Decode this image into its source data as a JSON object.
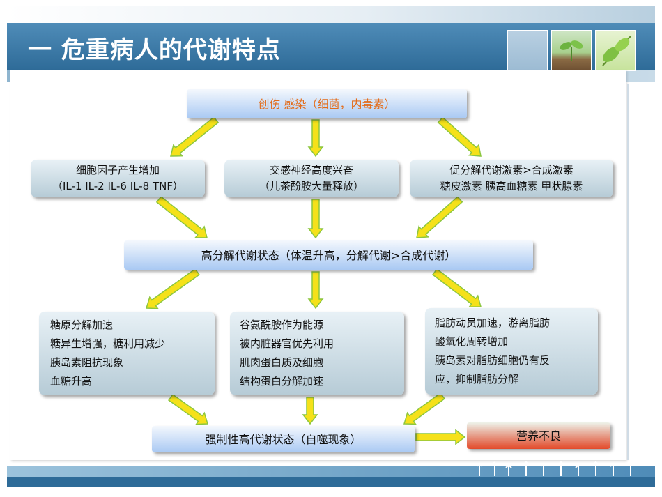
{
  "slide": {
    "title": "一  危重病人的代谢特点"
  },
  "colors": {
    "arrow_fill": "#f5e11a",
    "arrow_stroke": "#8cc63f",
    "header_blue": "#2e6b98",
    "orange_text": "#e36c1a",
    "result_red": "#e34a2a"
  },
  "diagram": {
    "top": {
      "text": "创伤 感染（细菌，内毒素）"
    },
    "row1": [
      {
        "lines": [
          "细胞因子产生增加",
          "（IL-1 IL-2 IL-6 IL-8 TNF）"
        ]
      },
      {
        "lines": [
          "交感神经高度兴奋",
          "（儿茶酚胺大量释放）"
        ]
      },
      {
        "lines": [
          "促分解代谢激素>合成激素",
          "糖皮激素 胰高血糖素 甲状腺素"
        ]
      }
    ],
    "middle": {
      "text": "高分解代谢状态（体温升高，分解代谢>合成代谢）"
    },
    "row2": [
      {
        "lines": [
          "糖原分解加速",
          "糖异生增强，糖利用减少",
          "胰岛素阻抗现象",
          "血糖升高"
        ]
      },
      {
        "lines": [
          "谷氨酰胺作为能源",
          "被内脏器官优先利用",
          "肌肉蛋白质及细胞",
          "结构蛋白分解加速"
        ]
      },
      {
        "lines": [
          "脂肪动员加速，游离脂肪",
          "酸氧化周转增加",
          "胰岛素对脂肪细胞仍有反",
          "应，抑制脂肪分解"
        ]
      }
    ],
    "bottom": {
      "text": "强制性高代谢状态（自噬现象）"
    },
    "result": {
      "text": "营养不良"
    }
  }
}
